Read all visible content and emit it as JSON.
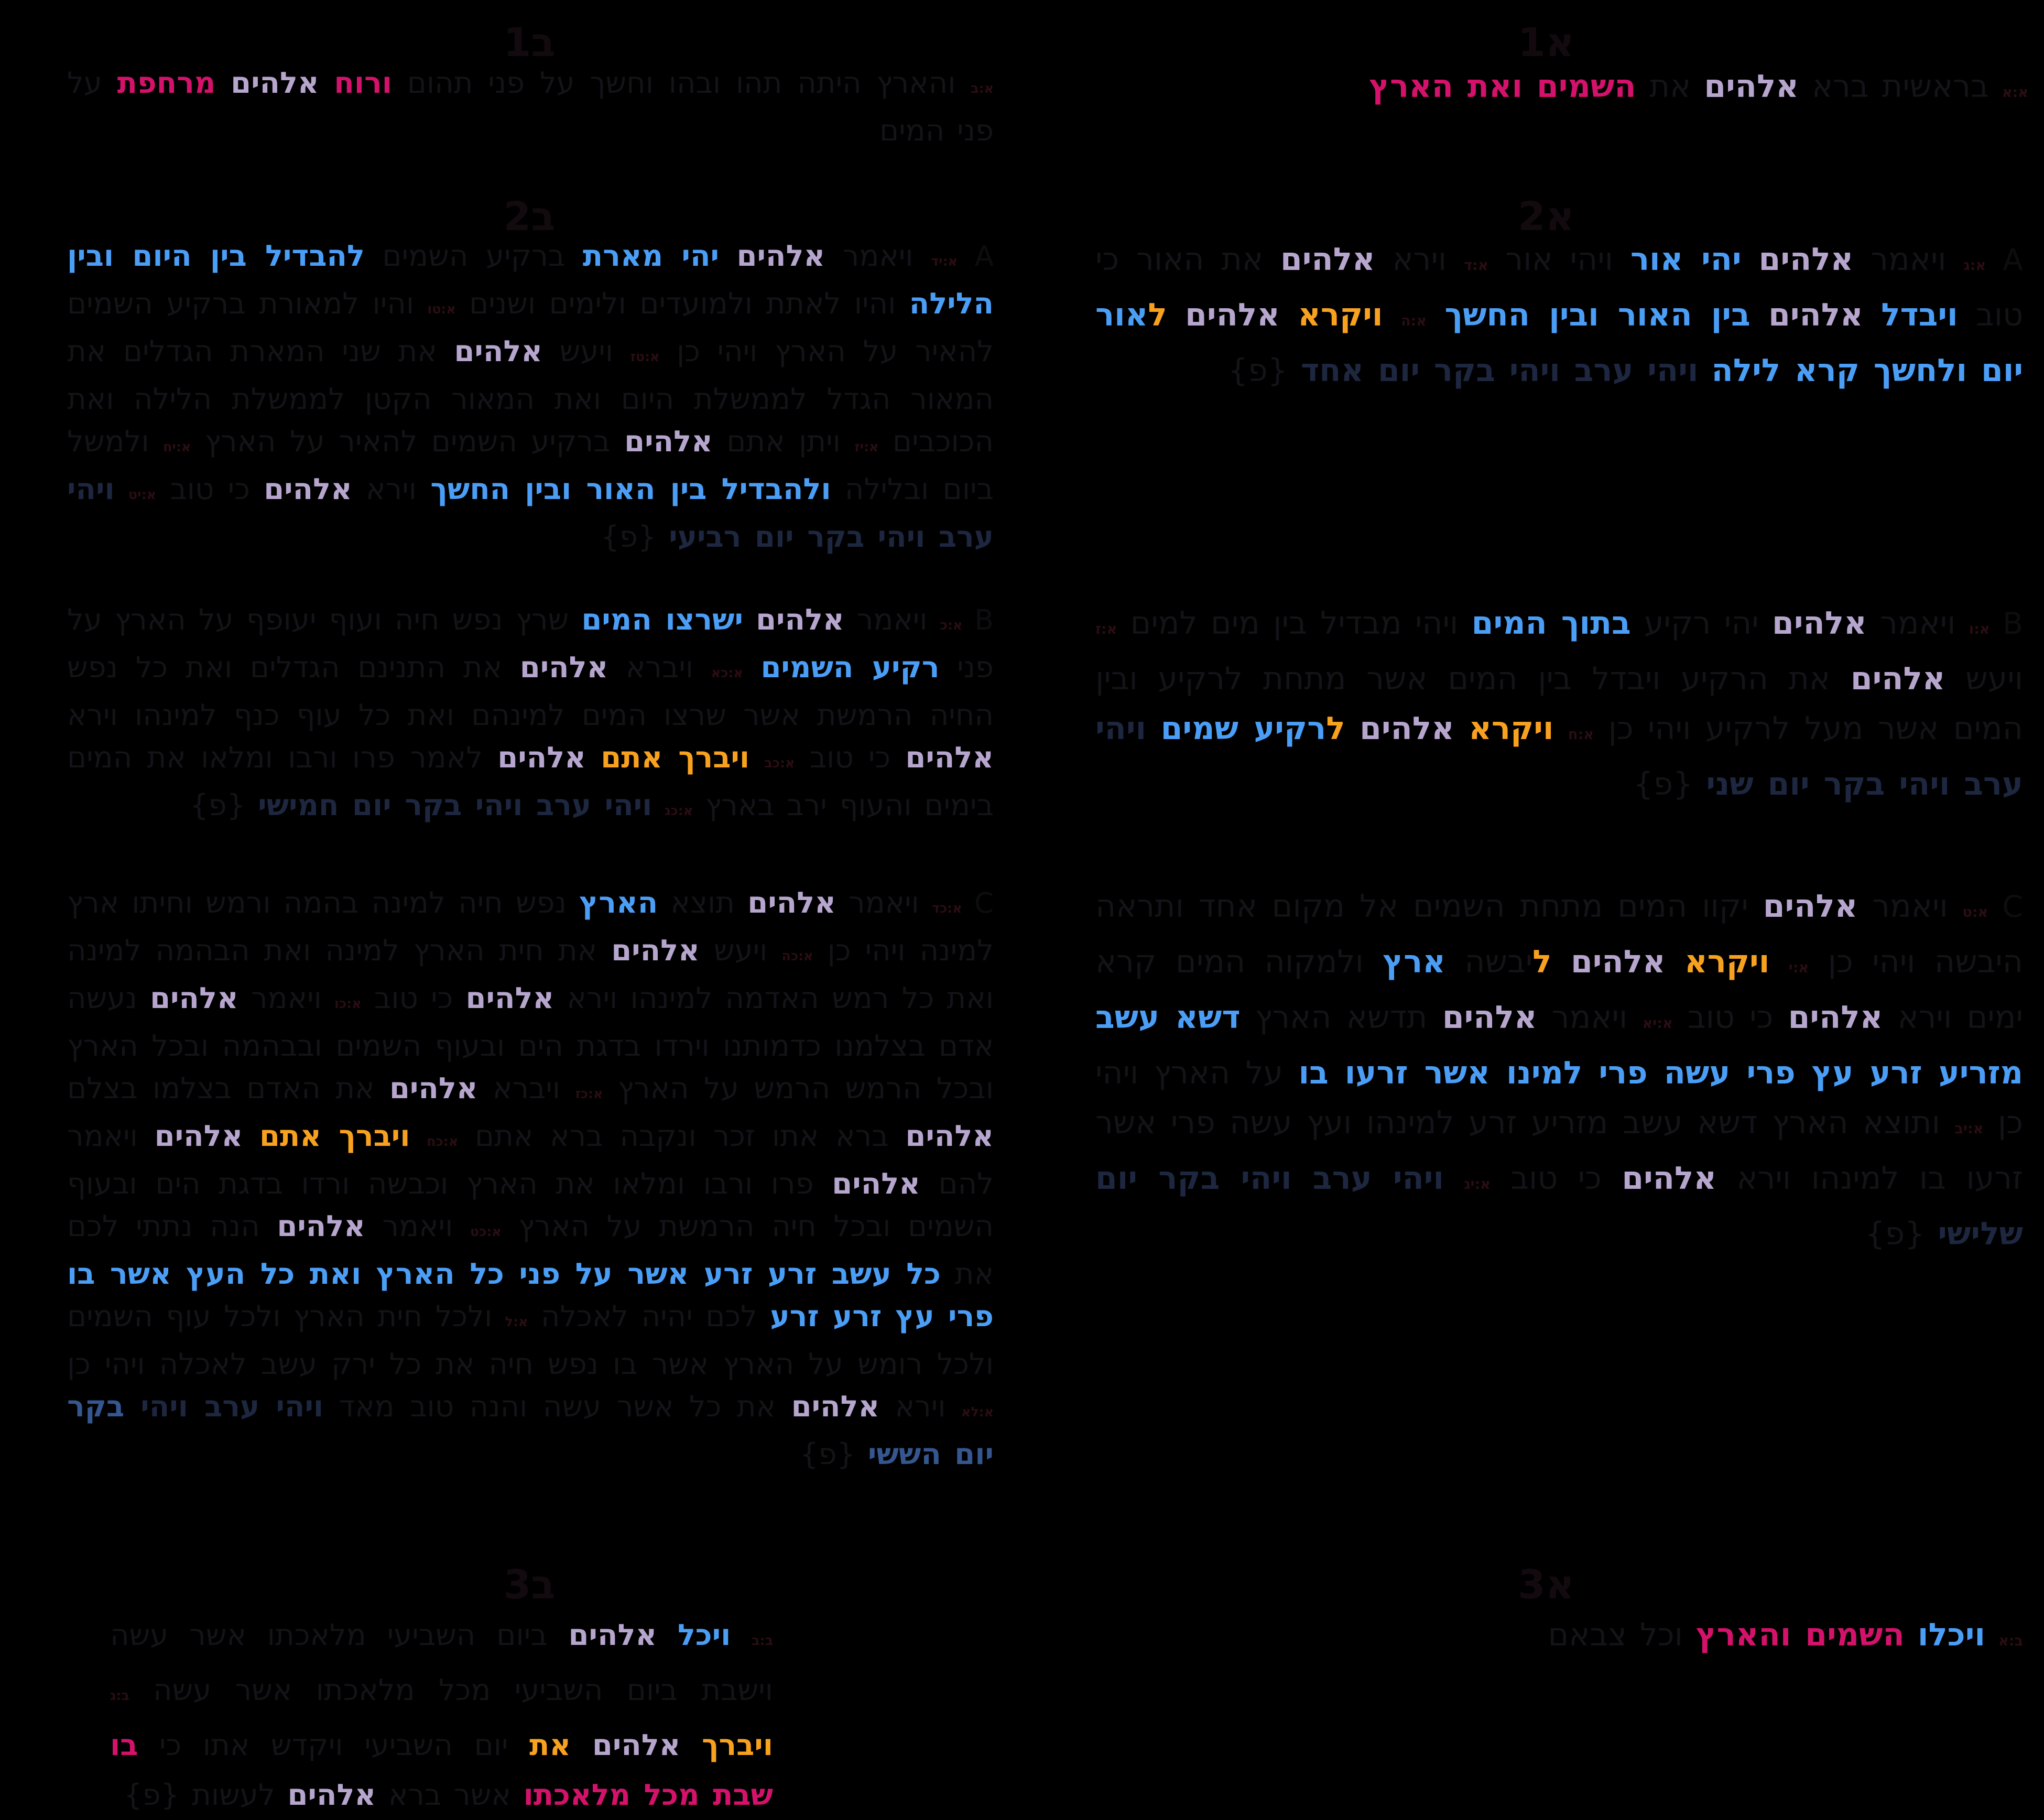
{
  "palette": {
    "background": "#000000",
    "elohim_lavender": "#b6a5cd",
    "parallel_phrase_blue": "#4b9ef6",
    "naming_blessing_orange": "#f7a11f",
    "frame_phrase_magenta": "#d4126b",
    "evening_refrain_dark_blue": "#1e2740",
    "sixth_day_blue": "#35568f",
    "faint_body_text": "#131318",
    "marker_dark_red": "#2b0d12"
  },
  "cell_labels": {
    "a1": "א1",
    "a2": "א2",
    "a3": "א3",
    "b1": "ב1",
    "b2": "ב2",
    "b3": "ב3"
  },
  "blocks": {
    "gen_1_1": {
      "segments": [
        {
          "t": "א:א",
          "c": "ref"
        },
        {
          "t": " בראשית ברא ",
          "c": "dim"
        },
        {
          "t": "אלהים",
          "c": "elo"
        },
        {
          "t": " את ",
          "c": "dim"
        },
        {
          "t": "השמים ואת הארץ",
          "c": "pnk"
        }
      ]
    },
    "day_1": {
      "segments": [
        {
          "t": "A ",
          "c": "day"
        },
        {
          "t": "א:ג",
          "c": "ref"
        },
        {
          "t": " ויאמר ",
          "c": "dim"
        },
        {
          "t": "אלהים",
          "c": "elo"
        },
        {
          "t": " ",
          "c": "dim"
        },
        {
          "t": "יהי אור",
          "c": "blu"
        },
        {
          "t": " ויהי אור ",
          "c": "dim"
        },
        {
          "t": "א:ד",
          "c": "ref"
        },
        {
          "t": " וירא ",
          "c": "dim"
        },
        {
          "t": "אלהים",
          "c": "elo"
        },
        {
          "t": " את האור כי טוב ",
          "c": "dim"
        },
        {
          "t": "ויבדל",
          "c": "blu"
        },
        {
          "t": " ",
          "c": "dim"
        },
        {
          "t": "אלהים",
          "c": "elo"
        },
        {
          "t": " ",
          "c": "dim"
        },
        {
          "t": "בין האור ובין החשך",
          "c": "blu"
        },
        {
          "t": " ",
          "c": "dim"
        },
        {
          "t": "א:ה",
          "c": "ref"
        },
        {
          "t": " ",
          "c": "dim"
        },
        {
          "t": "ויקרא",
          "c": "org"
        },
        {
          "t": " ",
          "c": "dim"
        },
        {
          "t": "אלהים",
          "c": "elo"
        },
        {
          "t": " ",
          "c": "dim"
        },
        {
          "t": "ל",
          "c": "org"
        },
        {
          "t": "אור יום ולחשך קרא לילה",
          "c": "blu"
        },
        {
          "t": " ",
          "c": "dim"
        },
        {
          "t": "ויהי ערב ויהי בקר יום אחד",
          "c": "eve"
        },
        {
          "t": " {פ}",
          "c": "dim"
        }
      ]
    },
    "day_2": {
      "segments": [
        {
          "t": "B ",
          "c": "day"
        },
        {
          "t": "א:ו",
          "c": "ref"
        },
        {
          "t": " ויאמר ",
          "c": "dim"
        },
        {
          "t": "אלהים",
          "c": "elo"
        },
        {
          "t": " יהי רקיע ",
          "c": "dim"
        },
        {
          "t": "בתוך המים",
          "c": "blu"
        },
        {
          "t": " ויהי מבדיל בין מים למים ",
          "c": "dim"
        },
        {
          "t": "א:ז",
          "c": "ref"
        },
        {
          "t": " ויעש ",
          "c": "dim"
        },
        {
          "t": "אלהים",
          "c": "elo"
        },
        {
          "t": " את הרקיע ויבדל בין המים אשר מתחת לרקיע ובין המים אשר מעל לרקיע ויהי כן ",
          "c": "dim"
        },
        {
          "t": "א:ח",
          "c": "ref"
        },
        {
          "t": " ",
          "c": "dim"
        },
        {
          "t": "ויקרא",
          "c": "org"
        },
        {
          "t": " ",
          "c": "dim"
        },
        {
          "t": "אלהים",
          "c": "elo"
        },
        {
          "t": " ",
          "c": "dim"
        },
        {
          "t": "ל",
          "c": "org"
        },
        {
          "t": "רקיע שמים",
          "c": "blu"
        },
        {
          "t": " ",
          "c": "dim"
        },
        {
          "t": "ויהי ערב ויהי בקר יום שני",
          "c": "eve"
        },
        {
          "t": " {פ}",
          "c": "dim"
        }
      ]
    },
    "day_3": {
      "segments": [
        {
          "t": "C ",
          "c": "day"
        },
        {
          "t": "א:ט",
          "c": "ref"
        },
        {
          "t": " ויאמר ",
          "c": "dim"
        },
        {
          "t": "אלהים",
          "c": "elo"
        },
        {
          "t": " יקוו המים מתחת השמים אל מקום אחד ותראה היבשה ויהי כן ",
          "c": "dim"
        },
        {
          "t": "א:י",
          "c": "ref"
        },
        {
          "t": " ",
          "c": "dim"
        },
        {
          "t": "ויקרא",
          "c": "org"
        },
        {
          "t": " ",
          "c": "dim"
        },
        {
          "t": "אלהים",
          "c": "elo"
        },
        {
          "t": " ",
          "c": "dim"
        },
        {
          "t": "ל",
          "c": "org"
        },
        {
          "t": "יבשה ",
          "c": "dim"
        },
        {
          "t": "ארץ",
          "c": "blu"
        },
        {
          "t": " ולמקוה המים קרא ימים וירא ",
          "c": "dim"
        },
        {
          "t": "אלהים",
          "c": "elo"
        },
        {
          "t": " כי טוב ",
          "c": "dim"
        },
        {
          "t": "א:יא",
          "c": "ref"
        },
        {
          "t": " ויאמר ",
          "c": "dim"
        },
        {
          "t": "אלהים",
          "c": "elo"
        },
        {
          "t": " תדשא הארץ ",
          "c": "dim"
        },
        {
          "t": "דשא עשב מזריע זרע עץ פרי עשה פרי למינו אשר זרעו בו",
          "c": "blu"
        },
        {
          "t": " על הארץ ויהי כן ",
          "c": "dim"
        },
        {
          "t": "א:יב",
          "c": "ref"
        },
        {
          "t": " ותוצא הארץ דשא עשב מזריע זרע למינהו ועץ עשה פרי אשר זרעו בו למינהו וירא ",
          "c": "dim"
        },
        {
          "t": "אלהים",
          "c": "elo"
        },
        {
          "t": " כי טוב ",
          "c": "dim"
        },
        {
          "t": "א:יג",
          "c": "ref"
        },
        {
          "t": " ",
          "c": "dim"
        },
        {
          "t": "ויהי ערב ויהי בקר יום שלישי",
          "c": "eve"
        },
        {
          "t": " {פ}",
          "c": "dim"
        }
      ]
    },
    "gen_2_1": {
      "segments": [
        {
          "t": "ב:א",
          "c": "ref"
        },
        {
          "t": " ",
          "c": "dim"
        },
        {
          "t": "ויכלו",
          "c": "blu"
        },
        {
          "t": " ",
          "c": "dim"
        },
        {
          "t": "השמים והארץ",
          "c": "pnk"
        },
        {
          "t": " וכל צבאם",
          "c": "dim"
        }
      ]
    },
    "gen_1_2": {
      "segments": [
        {
          "t": "א:ב",
          "c": "ref"
        },
        {
          "t": " והארץ היתה תהו ובהו וחשך על פני תהום ",
          "c": "dim"
        },
        {
          "t": "ורוח",
          "c": "pnk"
        },
        {
          "t": " ",
          "c": "dim"
        },
        {
          "t": "אלהים",
          "c": "elo"
        },
        {
          "t": " ",
          "c": "dim"
        },
        {
          "t": "מרחפת",
          "c": "pnk"
        },
        {
          "t": " על פני המים",
          "c": "dim"
        }
      ]
    },
    "day_4": {
      "segments": [
        {
          "t": "A ",
          "c": "day"
        },
        {
          "t": "א:יד",
          "c": "ref"
        },
        {
          "t": " ויאמר ",
          "c": "dim"
        },
        {
          "t": "אלהים",
          "c": "elo"
        },
        {
          "t": " ",
          "c": "dim"
        },
        {
          "t": "יהי מארת",
          "c": "blu"
        },
        {
          "t": " ברקיע השמים ",
          "c": "dim"
        },
        {
          "t": "להבדיל בין היום ובין הלילה",
          "c": "blu"
        },
        {
          "t": " והיו לאתת ולמועדים ולימים ושנים ",
          "c": "dim"
        },
        {
          "t": "א:טו",
          "c": "ref"
        },
        {
          "t": " והיו למאורת ברקיע השמים להאיר על הארץ ויהי כן ",
          "c": "dim"
        },
        {
          "t": "א:טז",
          "c": "ref"
        },
        {
          "t": " ויעש ",
          "c": "dim"
        },
        {
          "t": "אלהים",
          "c": "elo"
        },
        {
          "t": " את שני המארת הגדלים את המאור הגדל לממשלת היום ואת המאור הקטן לממשלת הלילה ואת הכוכבים ",
          "c": "dim"
        },
        {
          "t": "א:יז",
          "c": "ref"
        },
        {
          "t": " ויתן אתם ",
          "c": "dim"
        },
        {
          "t": "אלהים",
          "c": "elo"
        },
        {
          "t": " ברקיע השמים להאיר על הארץ ",
          "c": "dim"
        },
        {
          "t": "א:יח",
          "c": "ref"
        },
        {
          "t": " ולמשל ביום ובלילה ",
          "c": "dim"
        },
        {
          "t": "ולהבדיל בין האור ובין החשך",
          "c": "blu"
        },
        {
          "t": " וירא ",
          "c": "dim"
        },
        {
          "t": "אלהים",
          "c": "elo"
        },
        {
          "t": " כי טוב ",
          "c": "dim"
        },
        {
          "t": "א:יט",
          "c": "ref"
        },
        {
          "t": " ",
          "c": "dim"
        },
        {
          "t": "ויהי ערב ויהי בקר יום רביעי",
          "c": "eve"
        },
        {
          "t": " {פ}",
          "c": "dim"
        }
      ]
    },
    "day_5": {
      "segments": [
        {
          "t": "B ",
          "c": "day"
        },
        {
          "t": "א:כ",
          "c": "ref"
        },
        {
          "t": " ויאמר ",
          "c": "dim"
        },
        {
          "t": "אלהים",
          "c": "elo"
        },
        {
          "t": " ",
          "c": "dim"
        },
        {
          "t": "ישרצו המים",
          "c": "blu"
        },
        {
          "t": " שרץ נפש חיה ועוף יעופף על הארץ על פני ",
          "c": "dim"
        },
        {
          "t": "רקיע השמים",
          "c": "blu"
        },
        {
          "t": " ",
          "c": "dim"
        },
        {
          "t": "א:כא",
          "c": "ref"
        },
        {
          "t": " ויברא ",
          "c": "dim"
        },
        {
          "t": "אלהים",
          "c": "elo"
        },
        {
          "t": " את התנינם הגדלים ואת כל נפש החיה הרמשת אשר שרצו המים למינהם ואת כל עוף כנף למינהו וירא ",
          "c": "dim"
        },
        {
          "t": "אלהים",
          "c": "elo"
        },
        {
          "t": " כי טוב ",
          "c": "dim"
        },
        {
          "t": "א:כב",
          "c": "ref"
        },
        {
          "t": " ",
          "c": "dim"
        },
        {
          "t": "ויברך אתם",
          "c": "org"
        },
        {
          "t": " ",
          "c": "dim"
        },
        {
          "t": "אלהים",
          "c": "elo"
        },
        {
          "t": " לאמר פרו ורבו ומלאו את המים בימים והעוף ירב בארץ ",
          "c": "dim"
        },
        {
          "t": "א:כג",
          "c": "ref"
        },
        {
          "t": " ",
          "c": "dim"
        },
        {
          "t": "ויהי ערב ויהי בקר יום חמישי",
          "c": "eve"
        },
        {
          "t": " {פ}",
          "c": "dim"
        }
      ]
    },
    "day_6": {
      "segments": [
        {
          "t": "C ",
          "c": "day"
        },
        {
          "t": "א:כד",
          "c": "ref"
        },
        {
          "t": " ויאמר ",
          "c": "dim"
        },
        {
          "t": "אלהים",
          "c": "elo"
        },
        {
          "t": " תוצא ",
          "c": "dim"
        },
        {
          "t": "הארץ",
          "c": "blu"
        },
        {
          "t": " נפש חיה למינה בהמה ורמש וחיתו ארץ למינה ויהי כן ",
          "c": "dim"
        },
        {
          "t": "א:כה",
          "c": "ref"
        },
        {
          "t": " ויעש ",
          "c": "dim"
        },
        {
          "t": "אלהים",
          "c": "elo"
        },
        {
          "t": " את חית הארץ למינה ואת הבהמה למינה ואת כל רמש האדמה למינהו וירא ",
          "c": "dim"
        },
        {
          "t": "אלהים",
          "c": "elo"
        },
        {
          "t": " כי טוב ",
          "c": "dim"
        },
        {
          "t": "א:כו",
          "c": "ref"
        },
        {
          "t": " ויאמר ",
          "c": "dim"
        },
        {
          "t": "אלהים",
          "c": "elo"
        },
        {
          "t": " נעשה אדם בצלמנו כדמותנו וירדו בדגת הים ובעוף השמים ובבהמה ובכל הארץ ובכל הרמש הרמש על הארץ ",
          "c": "dim"
        },
        {
          "t": "א:כז",
          "c": "ref"
        },
        {
          "t": " ויברא ",
          "c": "dim"
        },
        {
          "t": "אלהים",
          "c": "elo"
        },
        {
          "t": " את האדם בצלמו בצלם ",
          "c": "dim"
        },
        {
          "t": "אלהים",
          "c": "elo"
        },
        {
          "t": " ברא אתו זכר ונקבה ברא אתם ",
          "c": "dim"
        },
        {
          "t": "א:כח",
          "c": "ref"
        },
        {
          "t": " ",
          "c": "dim"
        },
        {
          "t": "ויברך אתם",
          "c": "org"
        },
        {
          "t": " ",
          "c": "dim"
        },
        {
          "t": "אלהים",
          "c": "elo"
        },
        {
          "t": " ויאמר להם ",
          "c": "dim"
        },
        {
          "t": "אלהים",
          "c": "elo"
        },
        {
          "t": " פרו ורבו ומלאו את הארץ וכבשה ורדו בדגת הים ובעוף השמים ובכל חיה הרמשת על הארץ ",
          "c": "dim"
        },
        {
          "t": "א:כט",
          "c": "ref"
        },
        {
          "t": " ויאמר ",
          "c": "dim"
        },
        {
          "t": "אלהים",
          "c": "elo"
        },
        {
          "t": " הנה נתתי לכם את ",
          "c": "dim"
        },
        {
          "t": "כל עשב זרע זרע אשר על פני כל הארץ ואת כל העץ אשר בו פרי עץ זרע זרע",
          "c": "blu"
        },
        {
          "t": " לכם יהיה לאכלה ",
          "c": "dim"
        },
        {
          "t": "א:ל",
          "c": "ref"
        },
        {
          "t": " ולכל חית הארץ ולכל עוף השמים ולכל רומש על הארץ אשר בו נפש חיה את כל ירק עשב לאכלה ויהי כן ",
          "c": "dim"
        },
        {
          "t": "א:לא",
          "c": "ref"
        },
        {
          "t": " וירא ",
          "c": "dim"
        },
        {
          "t": "אלהים",
          "c": "elo"
        },
        {
          "t": " את כל אשר עשה והנה טוב מאד ",
          "c": "dim"
        },
        {
          "t": "ויהי ערב ויהי ",
          "c": "eve"
        },
        {
          "t": "בקר יום הששי",
          "c": "six"
        },
        {
          "t": " {פ}",
          "c": "dim"
        }
      ]
    },
    "gen_2_2_3": {
      "segments": [
        {
          "t": "ב:ב",
          "c": "ref"
        },
        {
          "t": " ",
          "c": "dim"
        },
        {
          "t": "ויכל",
          "c": "blu"
        },
        {
          "t": " ",
          "c": "dim"
        },
        {
          "t": "אלהים",
          "c": "elo"
        },
        {
          "t": " ביום השביעי מלאכתו אשר עשה וישבת ביום השביעי מכל מלאכתו אשר עשה ",
          "c": "dim"
        },
        {
          "t": "ב:ג",
          "c": "ref"
        },
        {
          "t": " ",
          "c": "dim"
        },
        {
          "t": "ויברך",
          "c": "org"
        },
        {
          "t": " ",
          "c": "dim"
        },
        {
          "t": "אלהים",
          "c": "elo"
        },
        {
          "t": " ",
          "c": "dim"
        },
        {
          "t": "את",
          "c": "org"
        },
        {
          "t": " יום השביעי ויקדש אתו כי ",
          "c": "dim"
        },
        {
          "t": "בו שבת מכל מלאכתו",
          "c": "pnk"
        },
        {
          "t": " אשר ברא ",
          "c": "dim"
        },
        {
          "t": "אלהים",
          "c": "elo"
        },
        {
          "t": " לעשות ",
          "c": "dim"
        },
        {
          "t": "{פ}",
          "c": "dim"
        }
      ]
    }
  }
}
